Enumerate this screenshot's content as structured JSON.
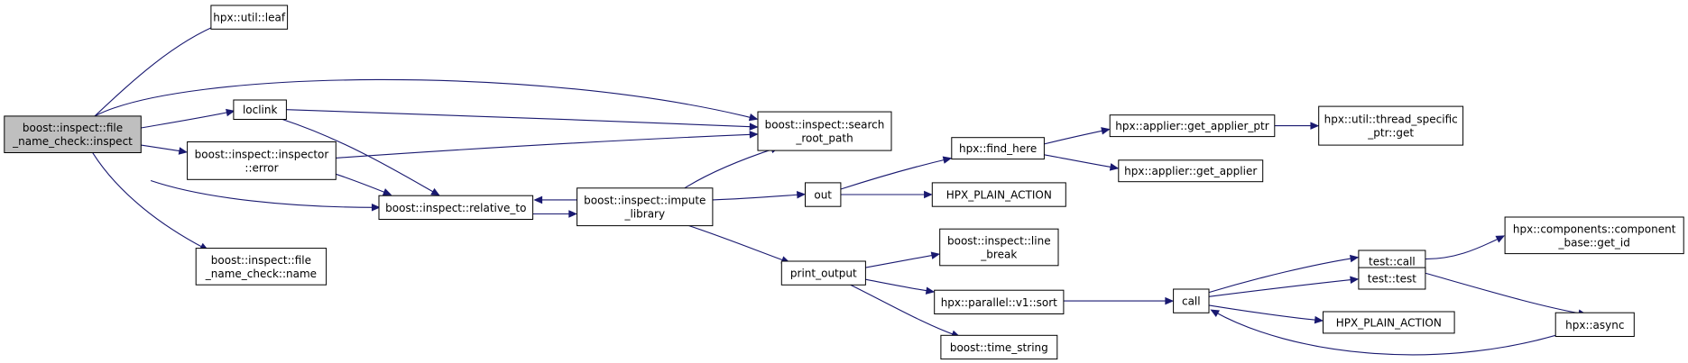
{
  "graph": {
    "nodes": {
      "inspect": [
        "boost::inspect::file",
        "_name_check::inspect"
      ],
      "leaf": [
        "hpx::util::leaf"
      ],
      "loclink": [
        "loclink"
      ],
      "error": [
        "boost::inspect::inspector",
        "::error"
      ],
      "relative_to": [
        "boost::inspect::relative_to"
      ],
      "fnc_name": [
        "boost::inspect::file",
        "_name_check::name"
      ],
      "search_root": [
        "boost::inspect::search",
        "_root_path"
      ],
      "impute": [
        "boost::inspect::impute",
        "_library"
      ],
      "out": [
        "out"
      ],
      "find_here": [
        "hpx::find_here"
      ],
      "hpx_plain_1": [
        "HPX_PLAIN_ACTION"
      ],
      "get_applier_ptr": [
        "hpx::applier::get_applier_ptr"
      ],
      "get_applier": [
        "hpx::applier::get_applier"
      ],
      "thread_specific": [
        "hpx::util::thread_specific",
        "_ptr::get"
      ],
      "print_output": [
        "print_output"
      ],
      "line_break": [
        "boost::inspect::line",
        "_break"
      ],
      "sort": [
        "hpx::parallel::v1::sort"
      ],
      "time_string": [
        "boost::time_string"
      ],
      "call": [
        "call"
      ],
      "test_call": [
        "test::call"
      ],
      "test_test": [
        "test::test"
      ],
      "hpx_plain_2": [
        "HPX_PLAIN_ACTION"
      ],
      "component_get_id": [
        "hpx::components::component",
        "_base::get_id"
      ],
      "async": [
        "hpx::async"
      ]
    }
  }
}
